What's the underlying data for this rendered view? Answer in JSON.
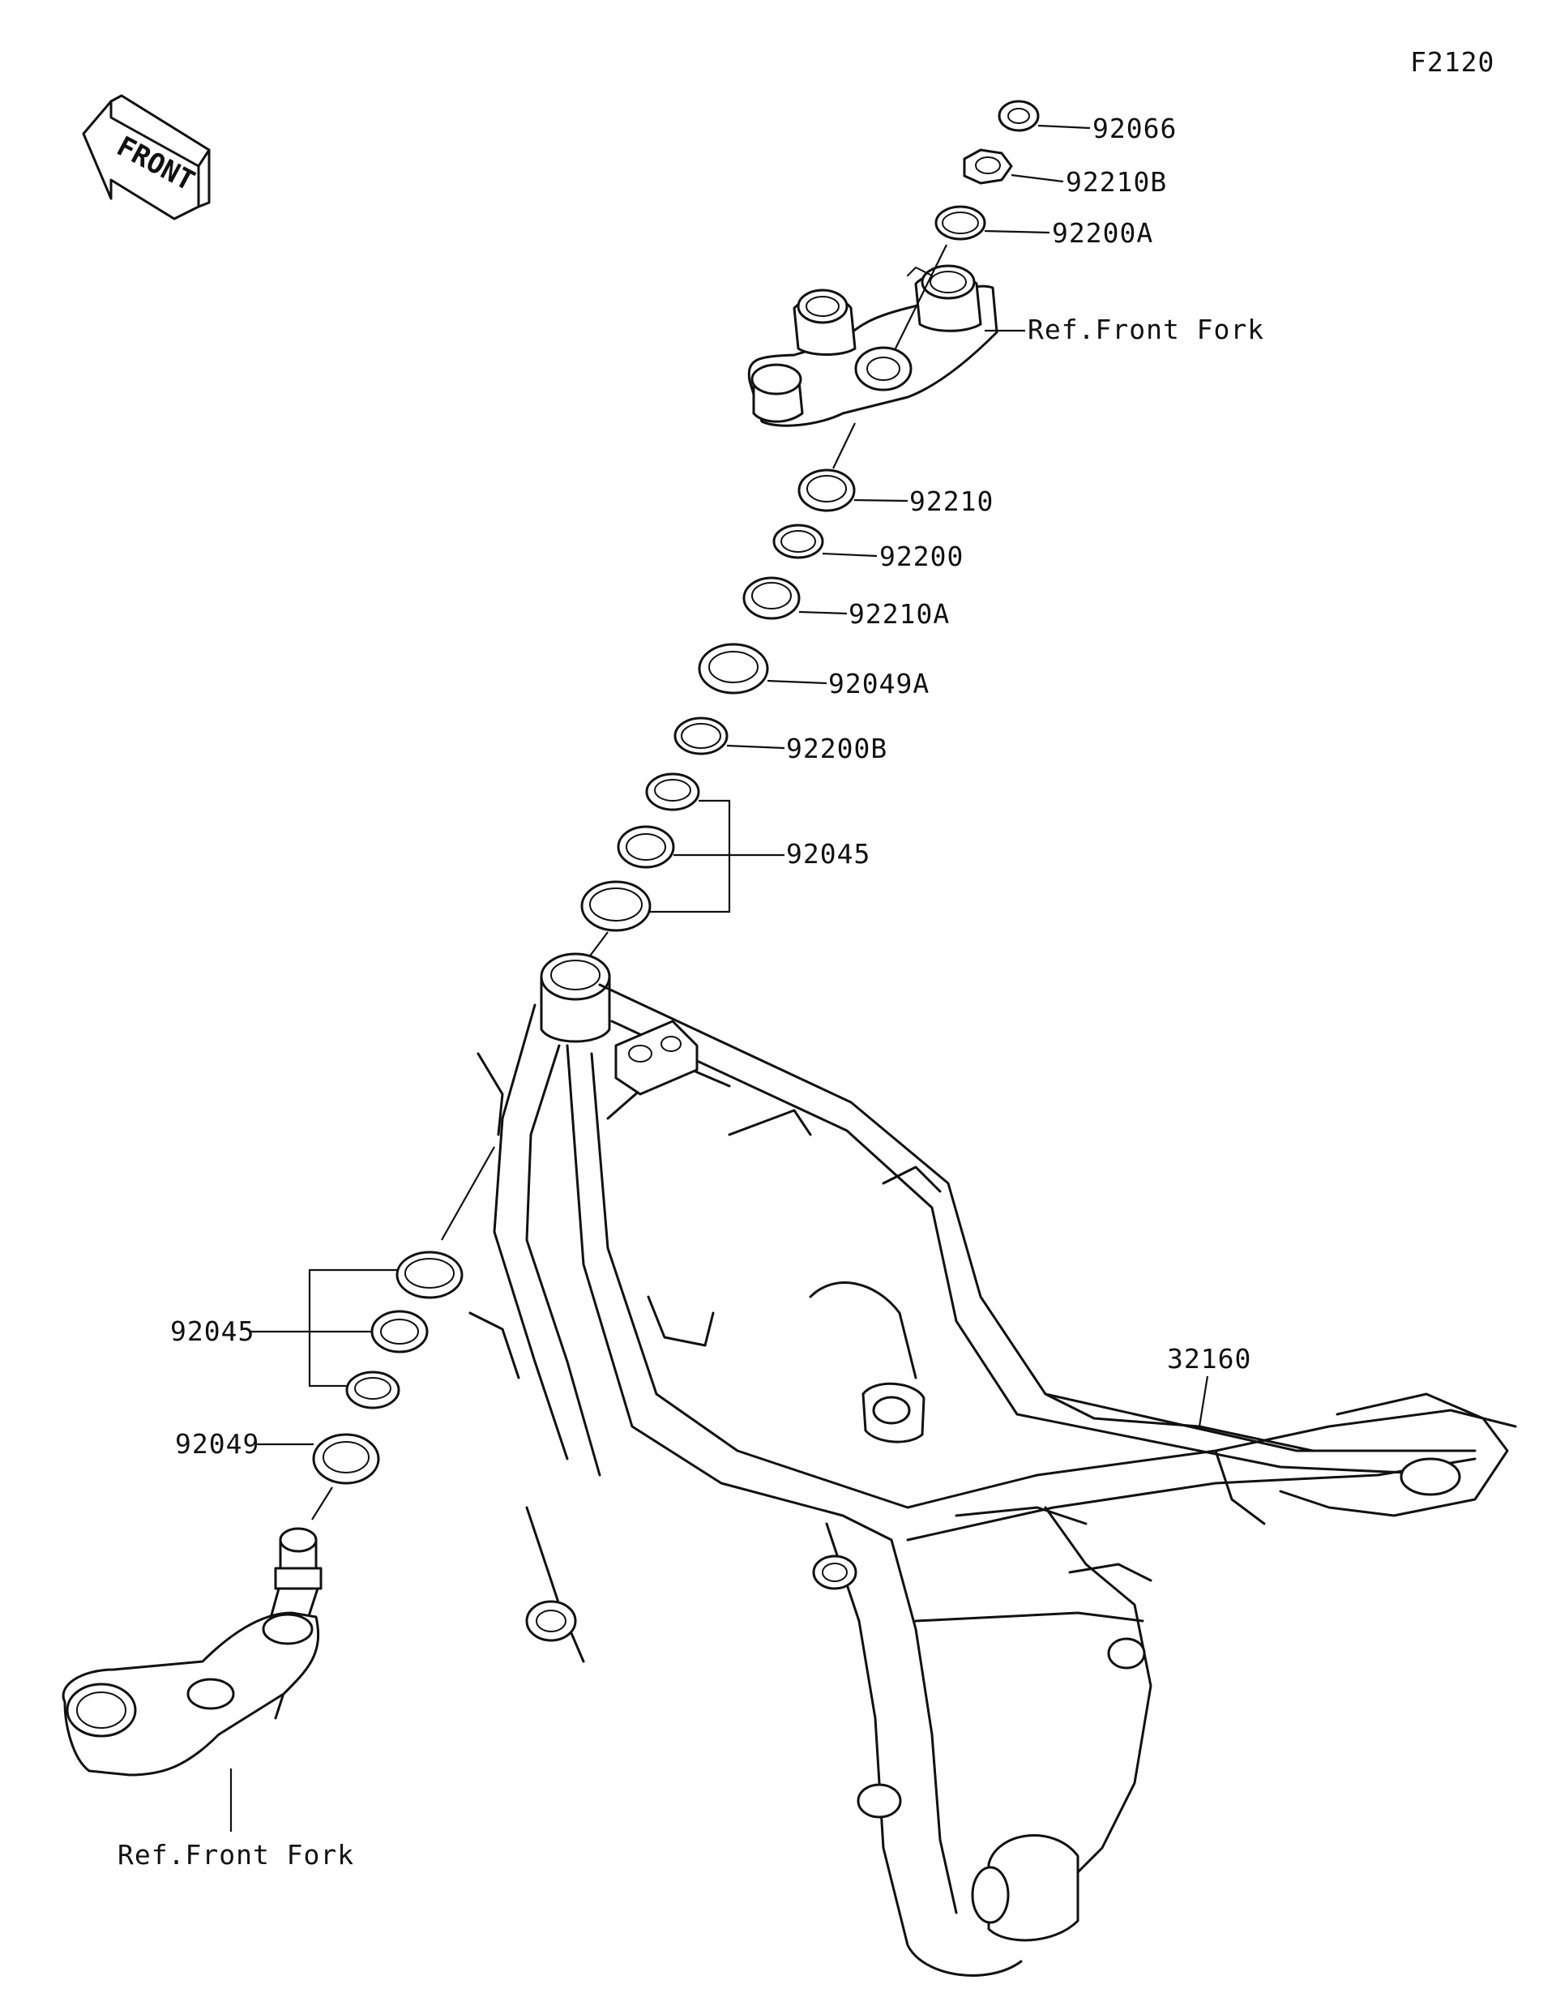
{
  "figure_code": "F2120",
  "front_badge": {
    "text": "FRONT",
    "icon": "front-direction-arrow-icon"
  },
  "parts": {
    "p92066": "92066",
    "p92210B": "92210B",
    "p92200A": "92200A",
    "ref_front_fork_top": "Ref.Front Fork",
    "p92210": "92210",
    "p92200": "92200",
    "p92210A": "92210A",
    "p92049A": "92049A",
    "p92200B": "92200B",
    "p92045_upper": "92045",
    "p92045_lower": "92045",
    "p92049": "92049",
    "p32160": "32160",
    "ref_front_fork_bottom": "Ref.Front Fork"
  }
}
